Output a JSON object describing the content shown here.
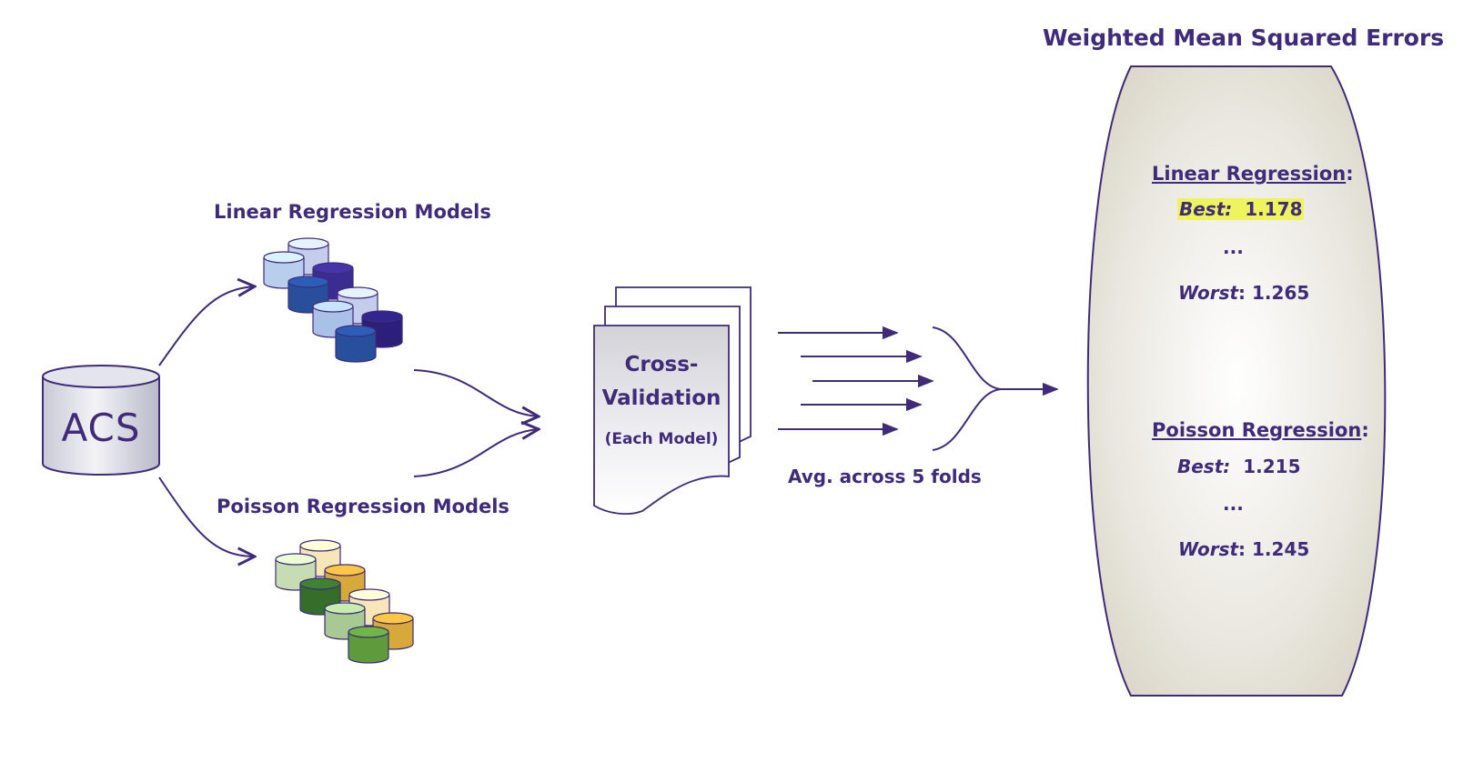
{
  "source": {
    "label": "ACS"
  },
  "models": {
    "linear_label": "Linear Regression Models",
    "poisson_label": "Poisson Regression Models"
  },
  "cross_validation": {
    "line1": "Cross-",
    "line2": "Validation",
    "line3": "(Each Model)"
  },
  "folds_label": "Avg. across 5 folds",
  "results": {
    "title": "Weighted Mean Squared Errors",
    "linear": {
      "heading": "Linear Regression",
      "colon": ":",
      "best_label": "Best:",
      "best_value": "1.178",
      "ellipsis": "...",
      "worst_label": "Worst",
      "worst_colon": ":",
      "worst_value": "1.265"
    },
    "poisson": {
      "heading": "Poisson Regression",
      "colon": ":",
      "best_label": "Best:",
      "best_value": "1.215",
      "ellipsis": "...",
      "worst_label": "Worst",
      "worst_colon": ":",
      "worst_value": "1.245"
    }
  },
  "colors": {
    "text": "#3f2b7a",
    "stroke": "#3f2b7a",
    "highlight": "#eef55c",
    "linear_cylinders": [
      "#c4cdec",
      "#b9cdec",
      "#3b2c91",
      "#274f9c",
      "#a9c1e6",
      "#2b1f7a"
    ],
    "poisson_cylinders": [
      "#f7e7b8",
      "#c8dcb4",
      "#d6a93a",
      "#356e2a",
      "#a8c894",
      "#5f9a3c"
    ]
  }
}
